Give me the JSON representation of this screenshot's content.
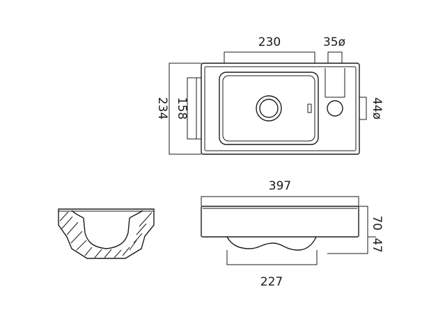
{
  "dimensions": {
    "top_width": "230",
    "tap_hole": "35ø",
    "overall_depth": "234",
    "bowl_depth": "158",
    "waste_hole": "44ø",
    "overall_width": "397",
    "height_total": "70",
    "height_rim": "47",
    "bottom_width": "227"
  },
  "colors": {
    "line": "#1a1a1a",
    "background": "#ffffff"
  }
}
